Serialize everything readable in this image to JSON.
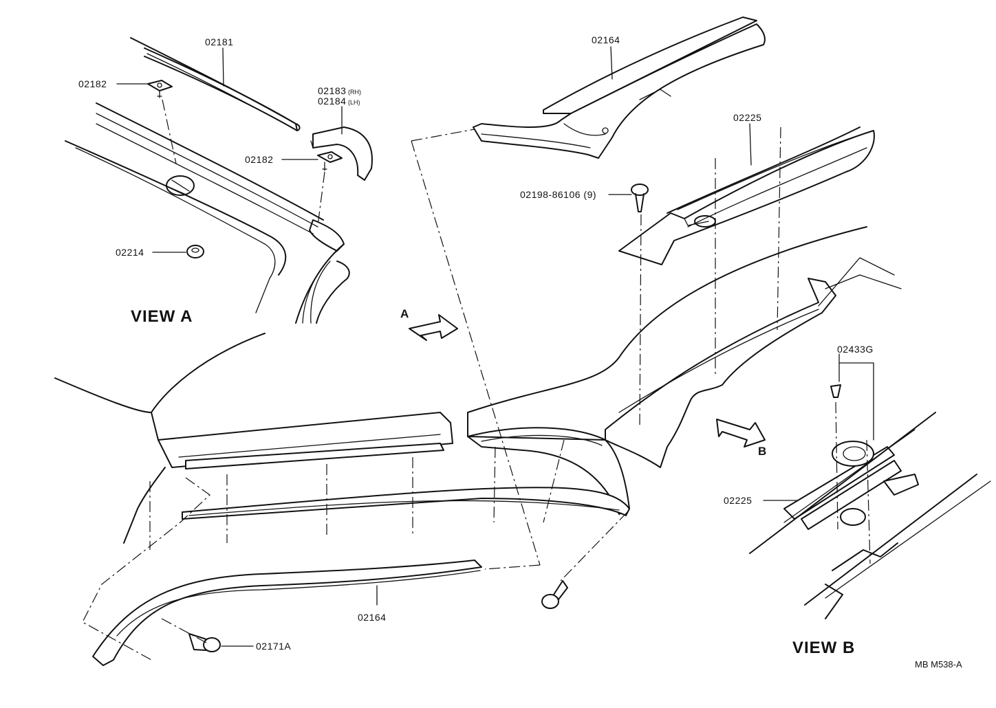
{
  "labels": {
    "p02181": "02181",
    "p02182a": "02182",
    "p02182b": "02182",
    "p02183": "02183",
    "p02183_side": "(RH)",
    "p02184": "02184",
    "p02184_side": "(LH)",
    "p02214": "02214",
    "p02164_top": "02164",
    "p02225_top": "02225",
    "p02198": "02198-86106 (9)",
    "p02433g": "02433G",
    "p02225_b": "02225",
    "p02164_bottom": "02164",
    "p02171a": "02171A"
  },
  "views": {
    "view_a": "VIEW  A",
    "view_b": "VIEW  B"
  },
  "arrows": {
    "a": "A",
    "b": "B"
  },
  "drawing_code": "MB M538-A"
}
